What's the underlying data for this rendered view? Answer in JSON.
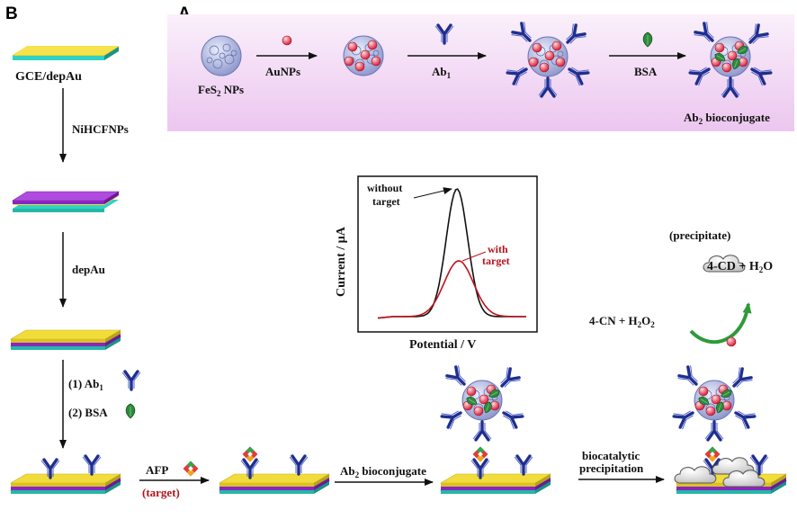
{
  "panels": {
    "b": "B",
    "a": "A"
  },
  "colors": {
    "gold": "#f2dc3c",
    "purple": "#a435d8",
    "teal": "#2fd3c3",
    "antibody": "#1f2f8f",
    "bsa_green": "#2e8b3c",
    "au_red": "#e0344a",
    "band_pink": "#f3dcf4",
    "trace_without": "#111111",
    "trace_with": "#c0121b"
  },
  "top_scheme": {
    "fes2": {
      "main": "FeS",
      "sub": "2",
      "tail": " NPs"
    },
    "step1": "AuNPs",
    "step2": {
      "main": "Ab",
      "sub": "1"
    },
    "step3": "BSA",
    "product": {
      "main": "Ab",
      "sub": "2",
      "tail": " bioconjugate"
    }
  },
  "left_column": {
    "electrode": "GCE/depAu",
    "step1": "NiHCFNPs",
    "step2": "depAu",
    "step3": {
      "prefix": "(1) Ab",
      "sub": "1"
    },
    "step4": "(2) BSA"
  },
  "bottom_row": {
    "afp": "AFP",
    "target": "(target)",
    "ab2": {
      "main": "Ab",
      "sub": "2",
      "tail": " bioconjugate"
    },
    "precip_line1": "biocatalytic",
    "precip_line2": "precipitation"
  },
  "reaction": {
    "precipitate": "(precipitate)",
    "product": {
      "main": "4-CD",
      "rest": " + H",
      "sub": "2",
      "tail": "O"
    },
    "reactant": {
      "main": "4-CN + H",
      "sub": "2",
      "tail": "O",
      "sub2": "2"
    }
  },
  "graph": {
    "ylabel": "Current / µA",
    "xlabel": "Potential / V",
    "without_line1": "without",
    "without_line2": "target",
    "with_line1": "with",
    "with_line2": "target"
  }
}
